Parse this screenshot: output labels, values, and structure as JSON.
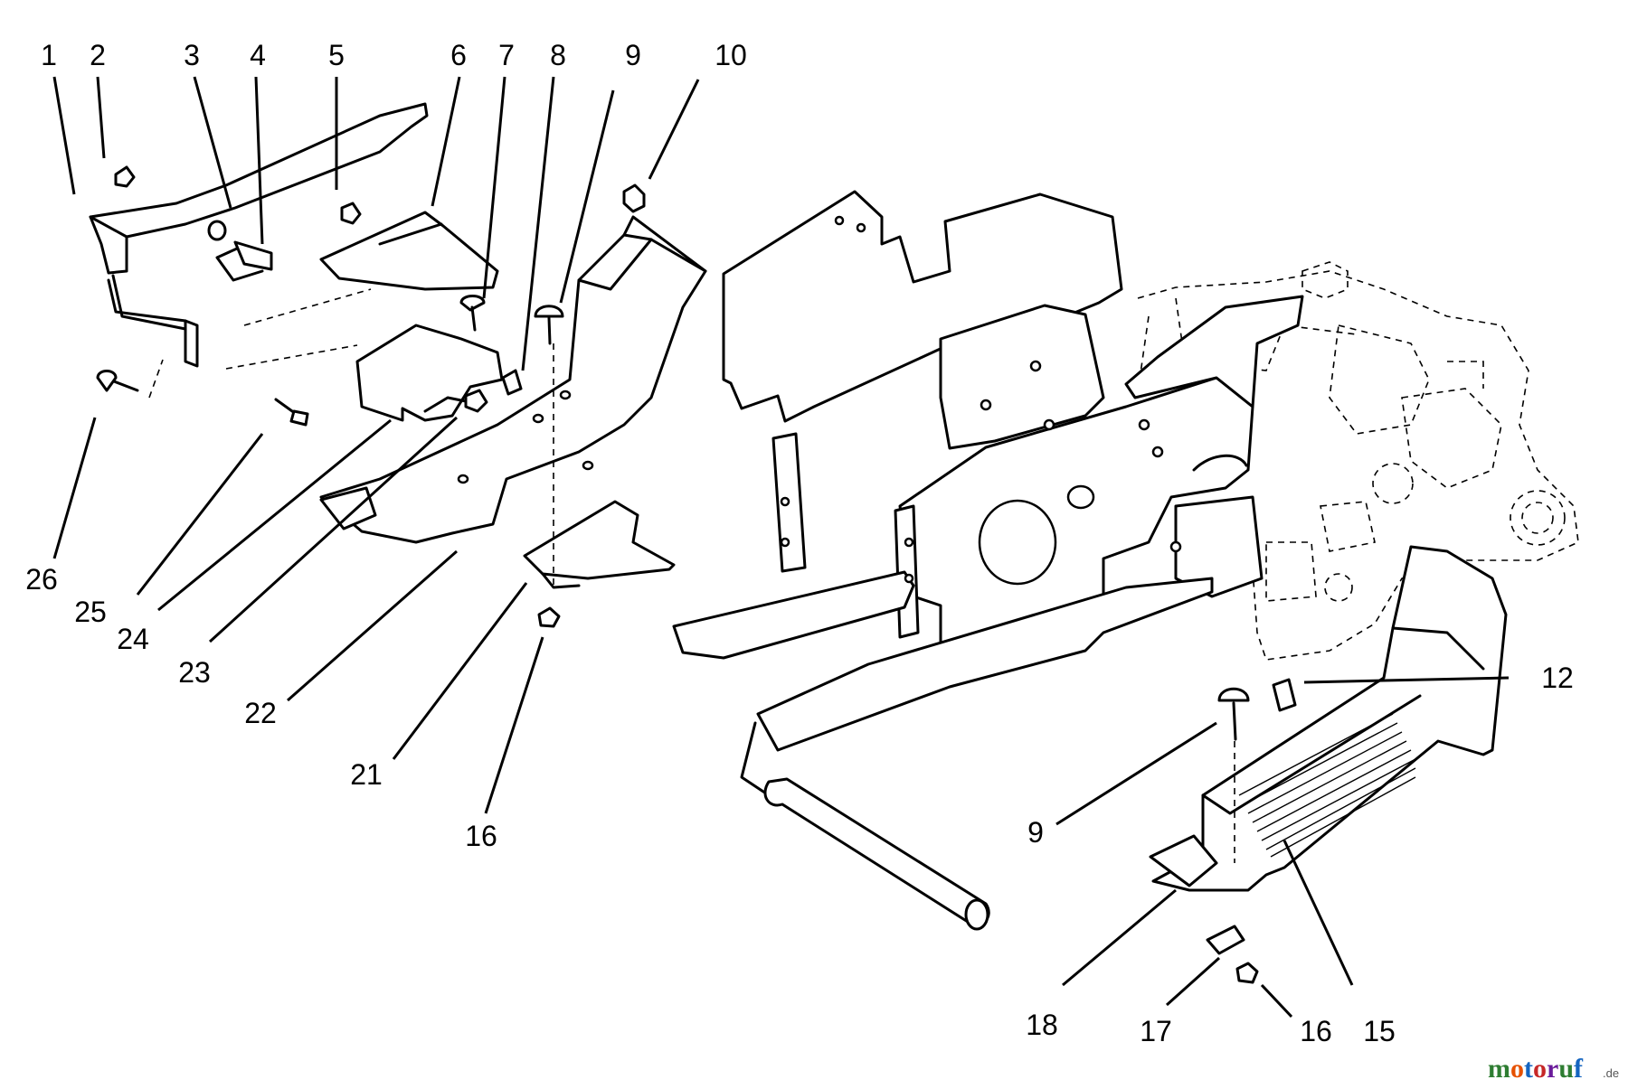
{
  "callouts": [
    {
      "label": "1"
    },
    {
      "label": "2"
    },
    {
      "label": "3"
    },
    {
      "label": "4"
    },
    {
      "label": "5"
    },
    {
      "label": "6"
    },
    {
      "label": "7"
    },
    {
      "label": "8"
    },
    {
      "label": "9"
    },
    {
      "label": "10"
    },
    {
      "label": "12"
    },
    {
      "label": "9"
    },
    {
      "label": "15"
    },
    {
      "label": "16"
    },
    {
      "label": "17"
    },
    {
      "label": "18"
    },
    {
      "label": "26"
    },
    {
      "label": "25"
    },
    {
      "label": "24"
    },
    {
      "label": "23"
    },
    {
      "label": "22"
    },
    {
      "label": "21"
    },
    {
      "label": "16"
    }
  ],
  "watermark": {
    "brand": "motoruf",
    "suffix": ".de",
    "colors": [
      "#2e7d32",
      "#e65100",
      "#1565c0",
      "#c62828",
      "#6a1b9a",
      "#2e7d32",
      "#1565c0"
    ]
  }
}
